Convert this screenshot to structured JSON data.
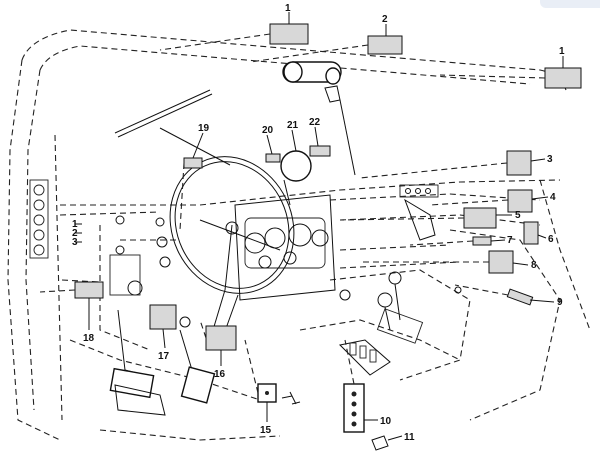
{
  "diagram": {
    "callouts": [
      "1",
      "2",
      "1",
      "3",
      "4",
      "5",
      "6",
      "7",
      "8",
      "9",
      "10",
      "11",
      "15",
      "16",
      "17",
      "18",
      "19",
      "20",
      "21",
      "22"
    ],
    "side_marks": [
      "1",
      "2",
      "3"
    ]
  }
}
